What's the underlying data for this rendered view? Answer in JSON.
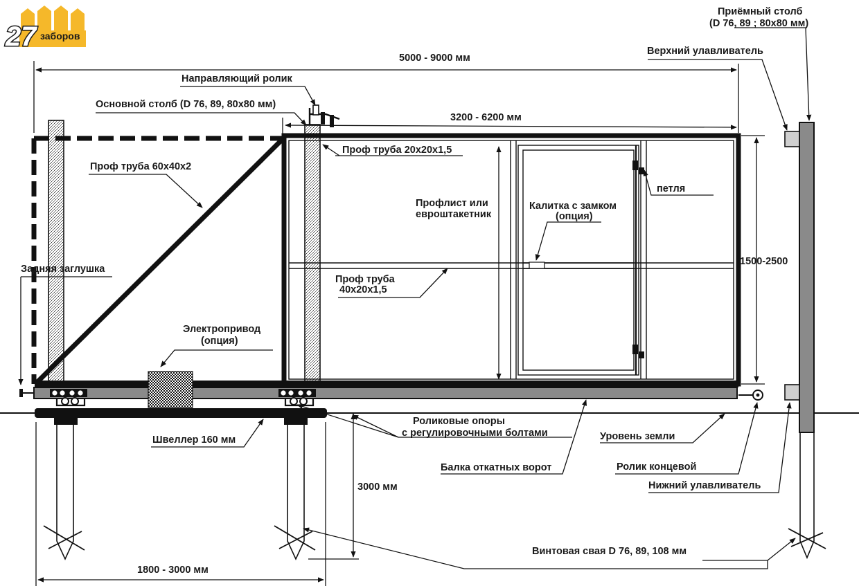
{
  "logo": {
    "number": "27",
    "word": "заборов",
    "color": "#f5b82a"
  },
  "labels": {
    "receiving_post": "Приёмный столб",
    "receiving_post_spec": "(D 76, 89 ; 80x80 мм)",
    "upper_catcher": "Верхний улавливатель",
    "overall_length": "5000 - 9000 мм",
    "guide_roller": "Направляющий ролик",
    "main_post": "Основной столб (D 76, 89, 80x80 мм)",
    "leaf_length": "3200 - 6200 мм",
    "pipe_20x20": "Проф труба 20x20x1,5",
    "pipe_60x40": "Проф труба 60x40x2",
    "hinge": "петля",
    "sheet_line1": "Профлист или",
    "sheet_line2": "евроштакетник",
    "wicket_line1": "Калитка с замком",
    "wicket_line2": "(опция)",
    "height": "1500-2500",
    "rear_cap": "Задняя заглушка",
    "pipe_40x20_line1": "Проф труба",
    "pipe_40x20_line2": "40x20x1,5",
    "drive_line1": "Электропривод",
    "drive_line2": "(опция)",
    "roller_supports_line1": "Роликовые опоры",
    "roller_supports_line2": "с регулировочными болтами",
    "ground_level": "Уровень земли",
    "channel": "Швеллер 160 мм",
    "beam": "Балка откатных ворот",
    "end_roller": "Ролик концевой",
    "lower_catcher": "Нижний улавливатель",
    "pile_depth": "3000 мм",
    "screw_pile": "Винтовая свая D 76, 89, 108 мм",
    "base_length": "1800 - 3000 мм"
  }
}
